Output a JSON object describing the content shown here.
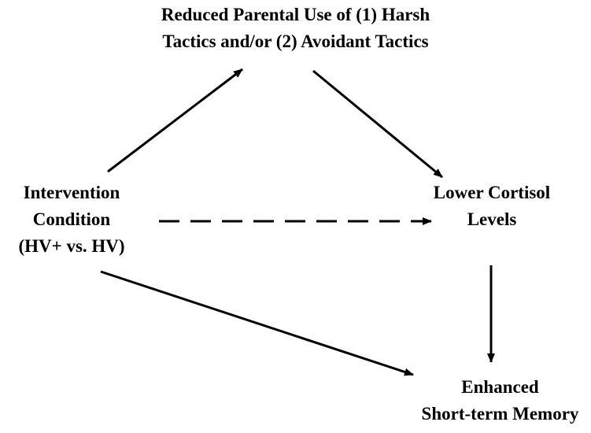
{
  "diagram": {
    "nodes": {
      "mediator_parenting": {
        "lines": [
          "Reduced Parental Use of (1) Harsh",
          "Tactics and/or (2) Avoidant Tactics"
        ]
      },
      "intervention": {
        "lines": [
          "Intervention",
          "Condition",
          "(HV+ vs. HV)"
        ]
      },
      "cortisol": {
        "lines": [
          "Lower Cortisol",
          "Levels"
        ]
      },
      "memory": {
        "lines": [
          "Enhanced",
          "Short-term Memory"
        ]
      }
    },
    "edges": [
      {
        "from": "intervention",
        "to": "mediator_parenting",
        "style": "solid"
      },
      {
        "from": "mediator_parenting",
        "to": "cortisol",
        "style": "solid"
      },
      {
        "from": "intervention",
        "to": "cortisol",
        "style": "dashed"
      },
      {
        "from": "cortisol",
        "to": "memory",
        "style": "solid"
      },
      {
        "from": "intervention",
        "to": "memory",
        "style": "solid"
      }
    ],
    "colors": {
      "ink": "#000000",
      "background": "#ffffff"
    }
  }
}
